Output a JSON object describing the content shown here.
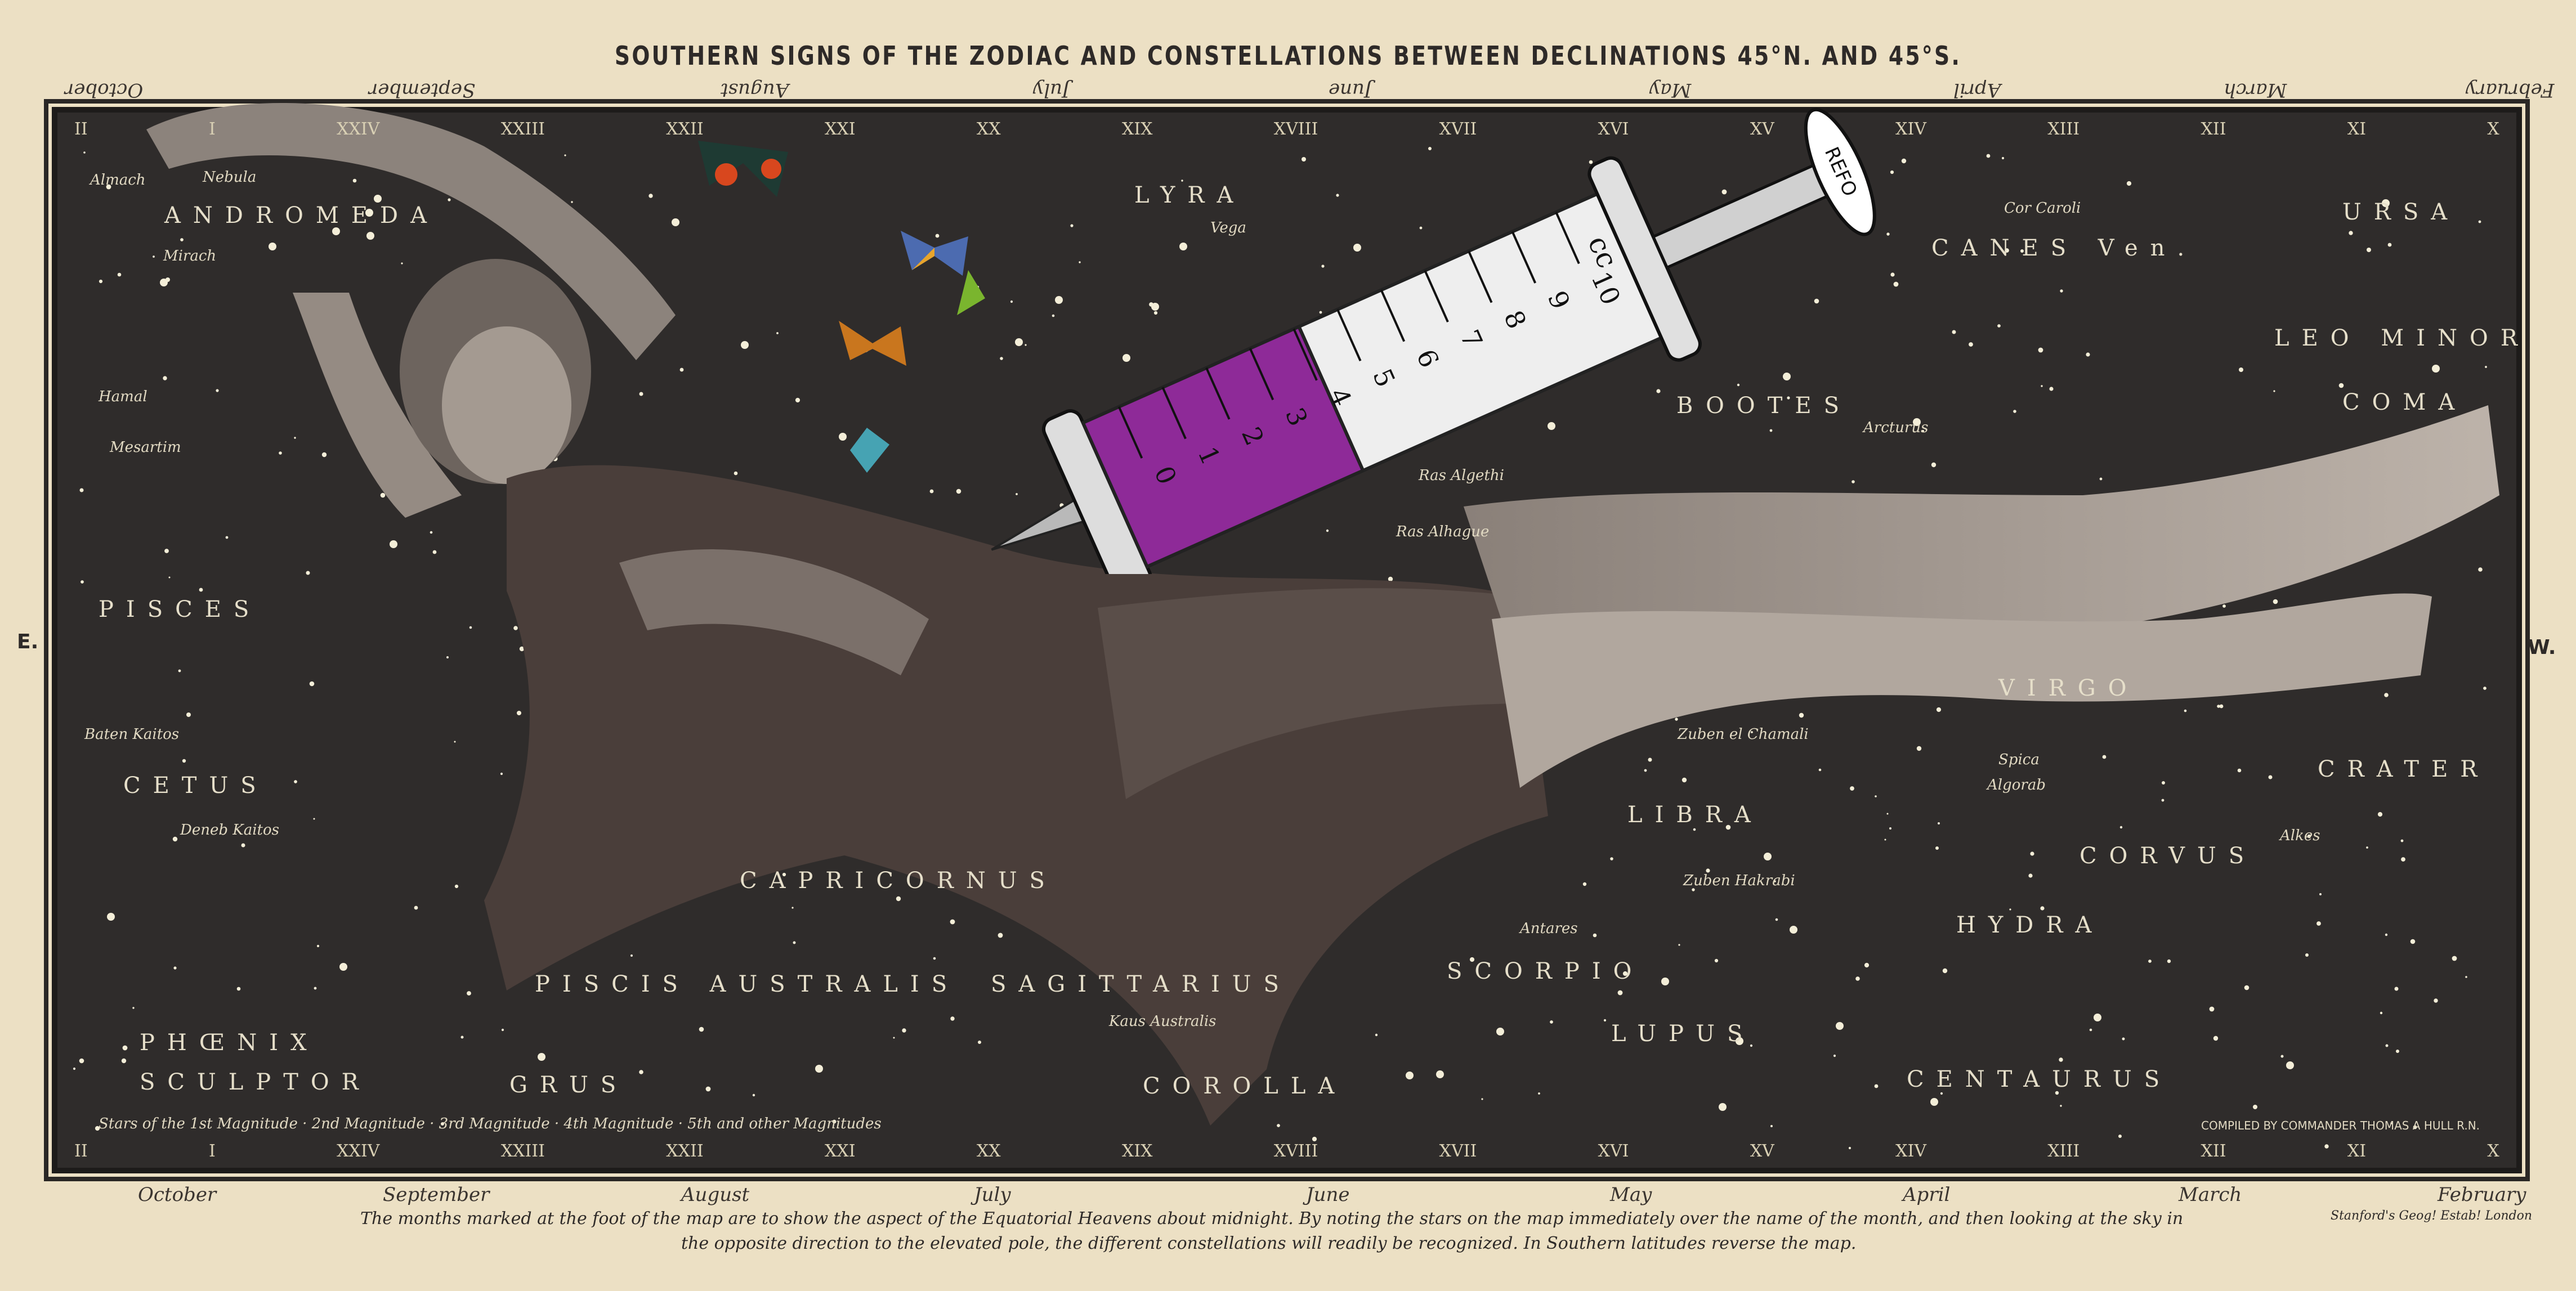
{
  "title": "SOUTHERN SIGNS OF THE ZODIAC AND CONSTELLATIONS BETWEEN DECLINATIONS 45°N. AND 45°S.",
  "hour_numerals": [
    "II",
    "I",
    "XXIV",
    "XXIII",
    "XXII",
    "XXI",
    "XX",
    "XIX",
    "XVIII",
    "XVII",
    "XVI",
    "XV",
    "XIV",
    "XIII",
    "XII",
    "XI",
    "X"
  ],
  "months": [
    "October",
    "September",
    "August",
    "July",
    "June",
    "May",
    "April",
    "March",
    "February"
  ],
  "directions": {
    "east": "E.",
    "west": "W."
  },
  "constellations": [
    "ANDROMEDA",
    "PISCES",
    "CETUS",
    "SCULPTOR",
    "PHŒNIX",
    "GRUS",
    "PISCIS AUSTRALIS",
    "CAPRICORNUS",
    "SAGITTARIUS",
    "SCORPIO",
    "LUPUS",
    "COROLLA",
    "CENTAURUS",
    "HYDRA",
    "CORVUS",
    "CRATER",
    "LIBRA",
    "VIRGO",
    "BOOTES",
    "COMA",
    "LEO MINOR",
    "URSA",
    "CANES Ven.",
    "LYRA"
  ],
  "star_names": [
    "Almach",
    "Nebula",
    "Mirach",
    "Hamal",
    "Mesartim",
    "Baten Kaitos",
    "Deneb Kaitos",
    "Vega",
    "Arcturus",
    "Spica",
    "Antares",
    "Algorab",
    "Alkes",
    "Zuben el Chamali",
    "Zuben Hakrabi",
    "Kaus Australis",
    "Ras Algethi",
    "Ras Alhague",
    "Cor Caroli"
  ],
  "magnitude_legend": "Stars of the 1st Magnitude · 2nd Magnitude · 3rd Magnitude · 4th Magnitude · 5th and other Magnitudes",
  "compiled_by": "COMPILED BY COMMANDER THOMAS A HULL R.N.",
  "caption_line1": "The months marked at the foot of the map are to show the aspect of the Equatorial Heavens about midnight.   By noting the stars on the map immediately over the name of the month, and then looking at the sky in",
  "caption_line2": "the opposite direction to the elevated pole, the different constellations will readily be recognized.    In Southern latitudes reverse the map.",
  "publisher": "Stanford's Geog! Estab! London",
  "syringe": {
    "unit": "cc",
    "scale": [
      "10",
      "9",
      "8",
      "7",
      "6",
      "5",
      "4",
      "3",
      "2",
      "1",
      "0"
    ],
    "plunger_text": "REFO",
    "fill_color": "#8e2a98"
  }
}
